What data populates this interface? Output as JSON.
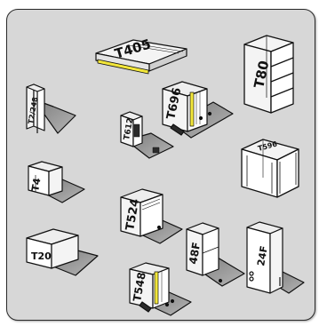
{
  "items": [
    {
      "id": "t405",
      "label": "T405"
    },
    {
      "id": "t80",
      "label": "T80"
    },
    {
      "id": "t2_248",
      "label": "T2/248"
    },
    {
      "id": "t696",
      "label": "T696"
    },
    {
      "id": "t612",
      "label": "T612"
    },
    {
      "id": "t596",
      "label": "T596"
    },
    {
      "id": "t4",
      "label": "T4"
    },
    {
      "id": "t524",
      "label": "T524"
    },
    {
      "id": "t20",
      "label": "T20"
    },
    {
      "id": "t48f",
      "label": "48F"
    },
    {
      "id": "t24f",
      "label": "24F"
    },
    {
      "id": "t548",
      "label": "T548"
    }
  ],
  "colors": {
    "panel": "#d7d7d7",
    "floor": "#9a9a9a",
    "cabinet": "#f4f4f4",
    "outline": "#111111",
    "accent": "#f2e63a"
  }
}
